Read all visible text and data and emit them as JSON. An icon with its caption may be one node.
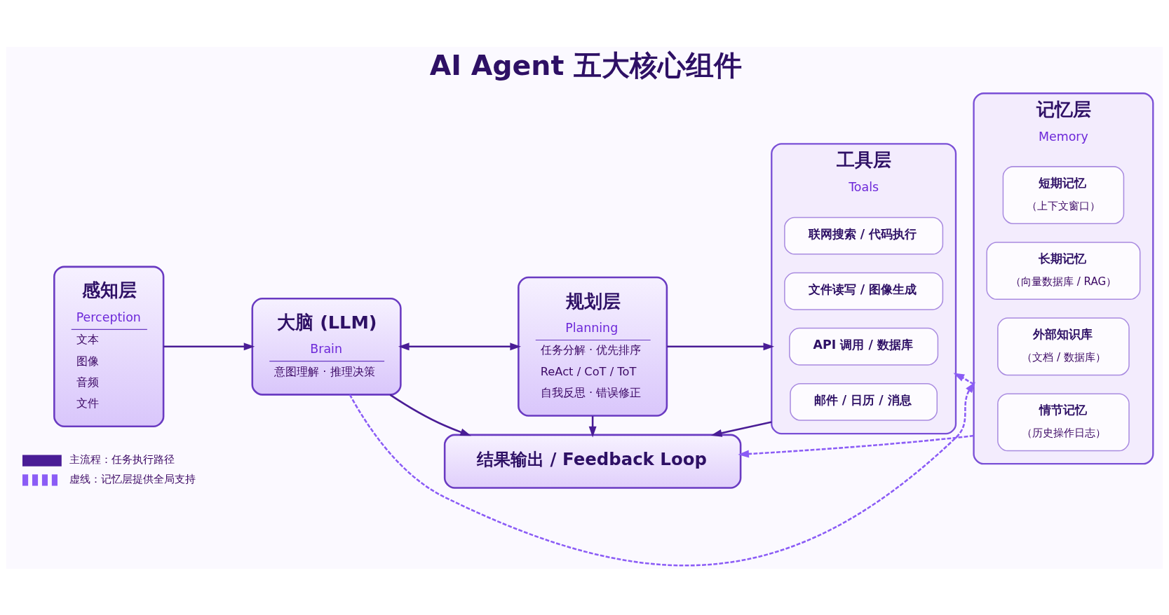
{
  "diagram": {
    "title": "AI Agent 五大核心组件",
    "nodes": [
      {
        "text": [
          "感知层",
          "Perception",
          "文本",
          "图像",
          "音频",
          "文件"
        ]
      },
      {
        "text": [
          "大脑 (LLM)",
          "Brain",
          "意图理解 · 推理决策"
        ]
      },
      {
        "text": [
          "规划层",
          "Planning",
          "任务分解 · 优先排序",
          "ReAct / CoT / ToT",
          "自我反思 · 错误修正"
        ]
      },
      {
        "text": [
          "工具层",
          "Toals"
        ]
      },
      {
        "text": [
          "联网搜索 / 代码执行"
        ],
        "in": 3
      },
      {
        "text": [
          "文件读写 / 图像生成"
        ],
        "in": 3
      },
      {
        "text": [
          "API 调用 / 数据库"
        ],
        "in": 3
      },
      {
        "text": [
          "邮件 / 日历 / 消息"
        ],
        "in": 3
      },
      {
        "text": [
          "记忆层",
          "Memory"
        ]
      },
      {
        "text": [
          "短期记忆",
          "（上下文窗口）"
        ],
        "in": 8
      },
      {
        "text": [
          "长期记忆",
          "（向量数据库 / RAG）"
        ],
        "in": 8
      },
      {
        "text": [
          "外部知识库",
          "（文档 / 数据库）"
        ],
        "in": 8
      },
      {
        "text": [
          "情节记忆",
          "（历史操作日志）"
        ],
        "in": 8
      },
      {
        "text": [
          "结果输出 / Feedback Loop"
        ]
      }
    ],
    "edges": [
      {
        "from": 0,
        "to": 1,
        "arrow": "to"
      },
      {
        "from": 1,
        "to": 2,
        "arrow": "both"
      },
      {
        "from": 2,
        "to": 3,
        "arrow": "to"
      },
      {
        "from": 1,
        "to": 8,
        "arrow": "to",
        "style": "dashed",
        "color": "#8b5cf6"
      },
      {
        "from": 8,
        "to": 3,
        "arrow": "to",
        "style": "dashed",
        "color": "#8b5cf6"
      },
      {
        "from": 1,
        "to": 13,
        "arrow": "to"
      },
      {
        "from": 2,
        "to": 13,
        "arrow": "to"
      },
      {
        "from": 3,
        "to": 13,
        "arrow": "to"
      },
      {
        "from": 8,
        "to": 13,
        "arrow": "to",
        "style": "dashed",
        "color": "#8b5cf6"
      }
    ],
    "legend": [
      {
        "text": "主流程：任务执行路径"
      },
      {
        "text": "虚线：记忆层提供全局支持"
      }
    ]
  }
}
